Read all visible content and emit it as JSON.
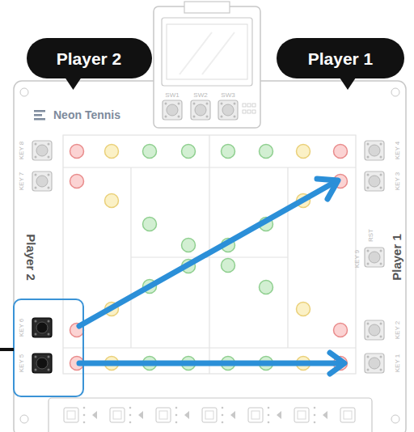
{
  "diagram": {
    "nodes": [
      {
        "text": [
          "Player 2"
        ]
      },
      {
        "text": [
          "Player 1"
        ]
      }
    ],
    "labels": [
      "Neon Tennis",
      "SW1",
      "SW2",
      "SW3",
      "KEY 8",
      "KEY 4",
      "KEY 7",
      "KEY 3",
      "Player 2",
      "KEY 9",
      "RST",
      "Player 1",
      "KEY 6",
      "KEY 2",
      "KEY 5",
      "KEY 1"
    ]
  }
}
